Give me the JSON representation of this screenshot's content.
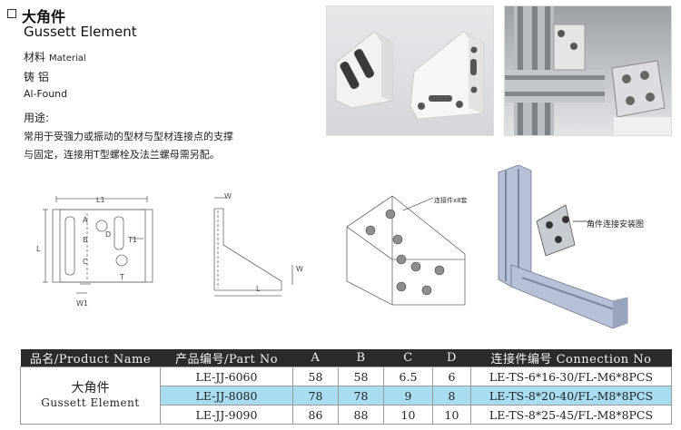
{
  "header": {
    "title": "大角件",
    "subtitle": "Gussett Element"
  },
  "material": {
    "label_cn": "材料",
    "label_en": "Material",
    "value_cn": "铸 铝",
    "value_en": "Al-Found"
  },
  "usage": {
    "title": "用途:",
    "text_line1": "常用于受强力或振动的型材与型材连接点的支撑",
    "text_line2": "与固定，连接用T型螺栓及法兰螺母需另配。"
  },
  "drawings": {
    "front": {
      "l1": "L1",
      "l": "L",
      "a": "A",
      "b": "B",
      "c": "C",
      "d": "D",
      "t": "T",
      "t1": "T1",
      "w1": "W1"
    },
    "side": {
      "w": "W",
      "l": "L"
    },
    "iso": {
      "label": "连接件x8套"
    },
    "install": {
      "label": "角件连接安装图"
    }
  },
  "table": {
    "headers": [
      "品名/Product Name",
      "产品编号/Part No",
      "A",
      "B",
      "C",
      "D",
      "连接件编号 Connection No"
    ],
    "product_cn": "大角件",
    "product_en": "Gussett Element",
    "rows": [
      {
        "part": "LE-JJ-6060",
        "a": "58",
        "b": "58",
        "c": "6.5",
        "d": "6",
        "conn": "LE-TS-6*16-30/FL-M6*8PCS"
      },
      {
        "part": "LE-JJ-8080",
        "a": "78",
        "b": "78",
        "c": "9",
        "d": "8",
        "conn": "LE-TS-8*20-40/FL-M8*8PCS"
      },
      {
        "part": "LE-JJ-9090",
        "a": "86",
        "b": "88",
        "c": "10",
        "d": "10",
        "conn": "LE-TS-8*25-45/FL-M8*8PCS"
      }
    ],
    "highlight_color": "#a8dcf0"
  }
}
